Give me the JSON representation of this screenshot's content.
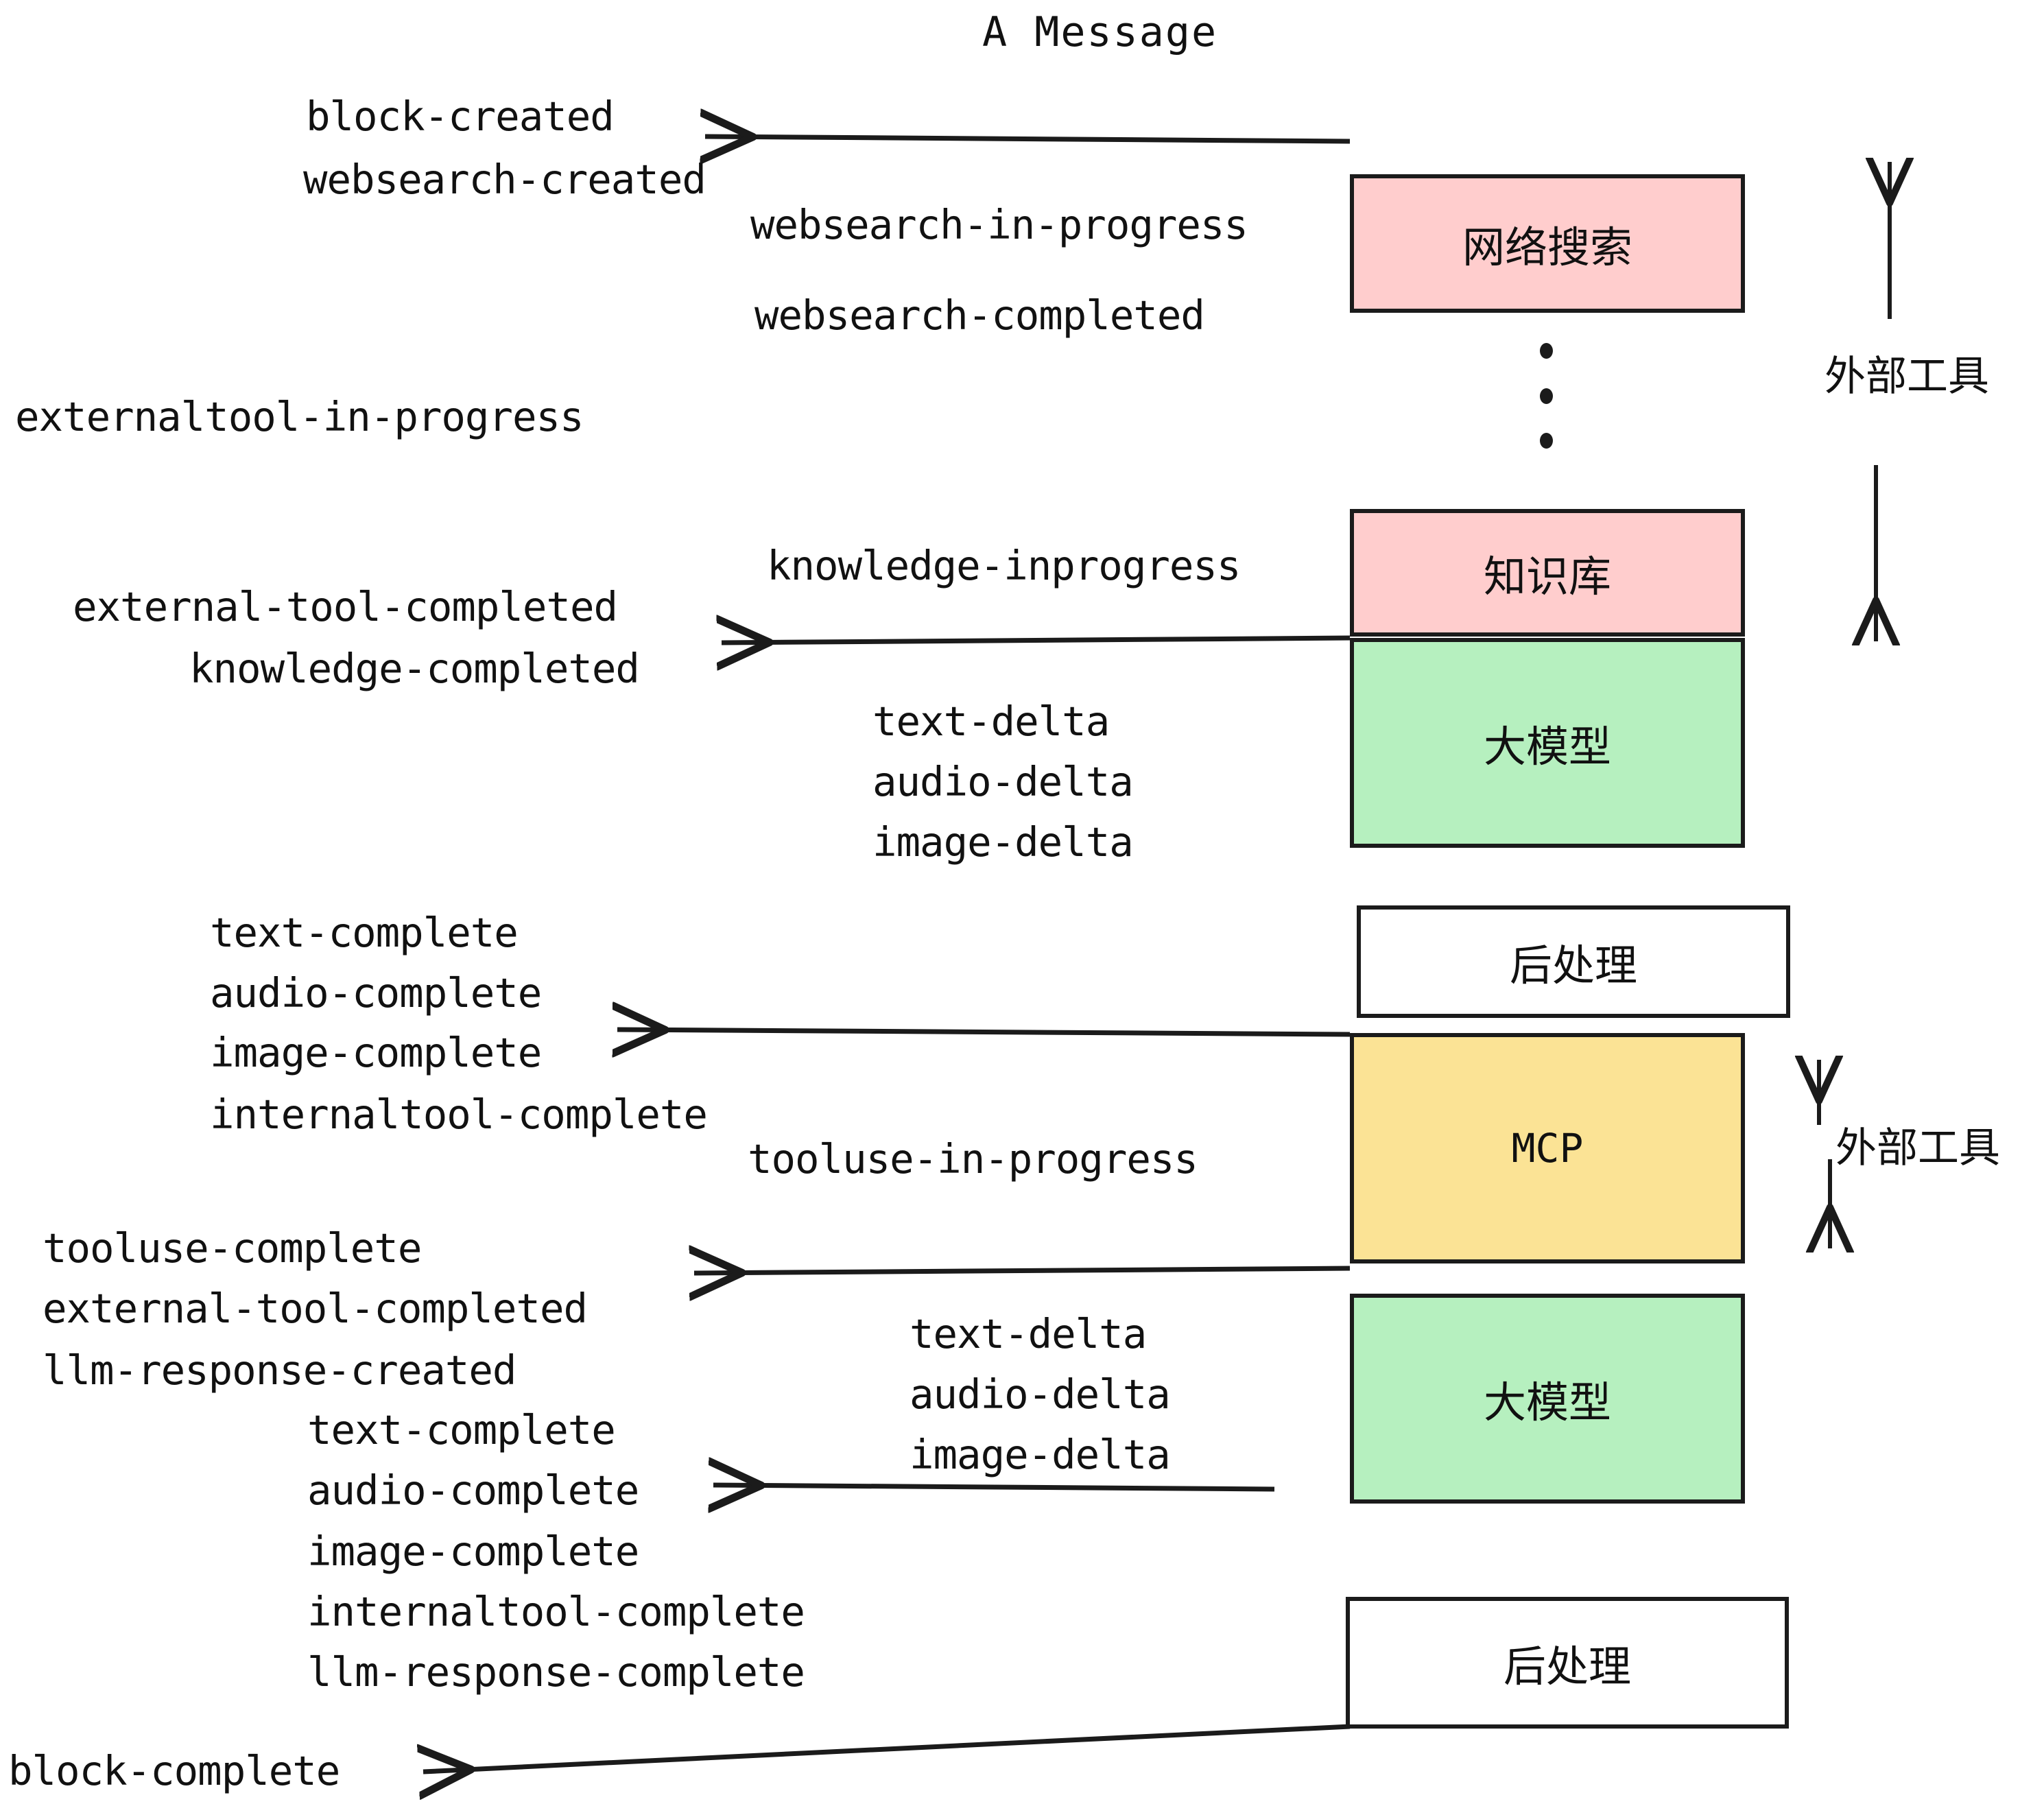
{
  "title": "A Message",
  "colors": {
    "pink": "#FFCDCD",
    "green": "#B6F0BF",
    "yellow": "#FBE395",
    "white": "#FFFFFF",
    "stroke": "#1b1b1b",
    "text": "#111111",
    "background": "#FFFFFF"
  },
  "nodes": [
    {
      "label": "网络搜索",
      "fill": "#FFCDCD",
      "kind": "chinese"
    },
    {
      "label": "知识库",
      "fill": "#FFCDCD",
      "kind": "chinese"
    },
    {
      "label": "大模型",
      "fill": "#B6F0BF",
      "kind": "chinese"
    },
    {
      "label": "后处理",
      "fill": "#FFFFFF",
      "kind": "chinese"
    },
    {
      "label": "MCP",
      "fill": "#FBE395",
      "kind": "mono"
    },
    {
      "label": "大模型",
      "fill": "#B6F0BF",
      "kind": "chinese"
    },
    {
      "label": "后处理",
      "fill": "#FFFFFF",
      "kind": "chinese"
    }
  ],
  "group_labels": [
    {
      "label": "外部工具"
    },
    {
      "label": "外部工具"
    }
  ],
  "events": [
    {
      "text": "block-created"
    },
    {
      "text": "websearch-created"
    },
    {
      "text": "websearch-in-progress"
    },
    {
      "text": "websearch-completed"
    },
    {
      "text": "externaltool-in-progress"
    },
    {
      "text": "knowledge-inprogress"
    },
    {
      "text": "external-tool-completed"
    },
    {
      "text": "knowledge-completed"
    },
    {
      "text": "text-delta"
    },
    {
      "text": "audio-delta"
    },
    {
      "text": "image-delta"
    },
    {
      "text": "text-complete"
    },
    {
      "text": "audio-complete"
    },
    {
      "text": "image-complete"
    },
    {
      "text": "internaltool-complete"
    },
    {
      "text": "tooluse-in-progress"
    },
    {
      "text": "tooluse-complete"
    },
    {
      "text": "external-tool-completed"
    },
    {
      "text": "llm-response-created"
    },
    {
      "text": "text-complete"
    },
    {
      "text": "audio-complete"
    },
    {
      "text": "image-complete"
    },
    {
      "text": "internaltool-complete"
    },
    {
      "text": "llm-response-complete"
    },
    {
      "text": "text-delta"
    },
    {
      "text": "audio-delta"
    },
    {
      "text": "image-delta"
    },
    {
      "text": "block-complete"
    }
  ],
  "ellipsis": {
    "name": "vertical-ellipsis",
    "count": 3
  }
}
